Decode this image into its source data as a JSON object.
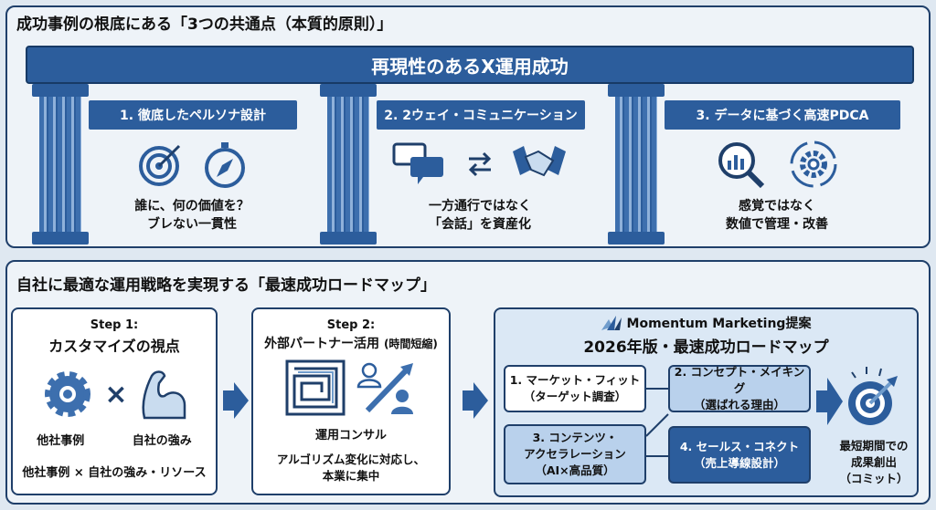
{
  "top": {
    "title": "成功事例の根底にある「3つの共通点（本質的原則）」",
    "banner": "再現性のあるX運用成功",
    "principles": [
      {
        "label": "1. 徹底したペルソナ設計",
        "text1": "誰に、何の価値を？",
        "text2": "ブレない一貫性"
      },
      {
        "label": "2. 2ウェイ・コミュニケーション",
        "text1": "一方通行ではなく",
        "text2": "「会話」を資産化"
      },
      {
        "label": "3. データに基づく高速PDCA",
        "text1": "感覚ではなく",
        "text2": "数値で管理・改善"
      }
    ]
  },
  "bottom": {
    "title": "自社に最適な運用戦略を実現する「最速成功ロードマップ」",
    "step1": {
      "step": "Step 1:",
      "title": "カスタマイズの視点",
      "times": "×",
      "left_label": "他社事例",
      "right_label": "自社の強み",
      "caption": "他社事例 × 自社の強み・リソース"
    },
    "step2": {
      "step": "Step 2:",
      "title": "外部パートナー活用",
      "title_suffix": "(時間短縮)",
      "label": "運用コンサル",
      "caption1": "アルゴリズム変化に対応し、",
      "caption2": "本業に集中"
    },
    "roadmap": {
      "brand": "Momentum Marketing提案",
      "title": "2026年版・最速成功ロードマップ",
      "boxes": [
        {
          "l1": "1. マーケット・フィット",
          "l2": "（ターゲット調査）",
          "l3": ""
        },
        {
          "l1": "2. コンセプト・メイキング",
          "l2": "（選ばれる理由）",
          "l3": ""
        },
        {
          "l1": "3. コンテンツ・",
          "l2": "アクセラレーション",
          "l3": "（AI×高品質）"
        },
        {
          "l1": "4. セールス・コネクト",
          "l2": "（売上導線設計）",
          "l3": ""
        }
      ],
      "goal1": "最短期間での",
      "goal2": "成果創出",
      "goal3": "（コミット）"
    }
  },
  "colors": {
    "primary": "#2c5d9c",
    "dark": "#1f3f6a",
    "light": "#c9dcef"
  }
}
